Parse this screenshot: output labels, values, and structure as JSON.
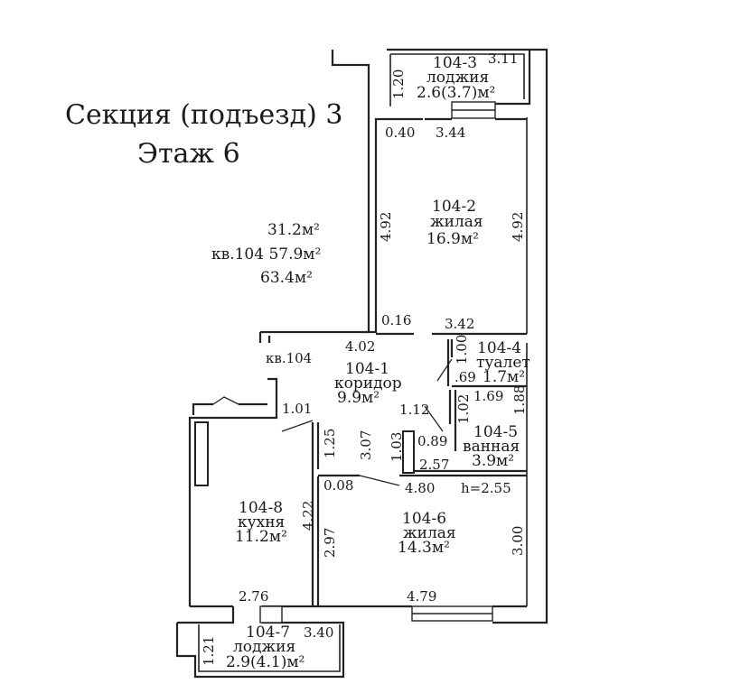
{
  "header": {
    "section": "Секция (подъезд) 3",
    "floor": "Этаж 6"
  },
  "areas": {
    "living": "31.2м²",
    "apartment": "кв.104 57.9м²",
    "total": "63.4м²"
  },
  "apartment_label": "кв.104",
  "rooms": {
    "r3": {
      "id": "104-3",
      "name": "лоджия",
      "area": "2.6(3.7)м²"
    },
    "r2": {
      "id": "104-2",
      "name": "жилая",
      "area": "16.9м²"
    },
    "r1": {
      "id": "104-1",
      "name": "коридор",
      "area": "9.9м²"
    },
    "r4": {
      "id": "104-4",
      "name": "туалет",
      "area": "1.7м²"
    },
    "r5": {
      "id": "104-5",
      "name": "ванная",
      "area": "3.9м²"
    },
    "r6": {
      "id": "104-6",
      "name": "жилая",
      "area": "14.3м²"
    },
    "r8": {
      "id": "104-8",
      "name": "кухня",
      "area": "11.2м²"
    },
    "r7": {
      "id": "104-7",
      "name": "лоджия",
      "area": "2.9(4.1)м²"
    }
  },
  "dims": {
    "d311": "3.11",
    "d120a": "1.20",
    "d040": "0.40",
    "d344": "3.44",
    "d492l": "4.92",
    "d492r": "4.92",
    "d016": "0.16",
    "d342": "3.42",
    "d402": "4.02",
    "d100": "1.00",
    "d069": ".69",
    "d102": "1.02",
    "d169": "1.69",
    "d188": "1.88",
    "d101": "1.01",
    "d112": "1.12",
    "d125": "1.25",
    "d307": "3.07",
    "d103": "1.03",
    "d089": "0.89",
    "d257": "2.57",
    "d008": "0.08",
    "d480": "4.80",
    "height": "h=2.55",
    "d422": "4.22",
    "d297": "2.97",
    "d300": "3.00",
    "d276": "2.76",
    "d479": "4.79",
    "d340": "3.40",
    "d121": "1.21"
  }
}
